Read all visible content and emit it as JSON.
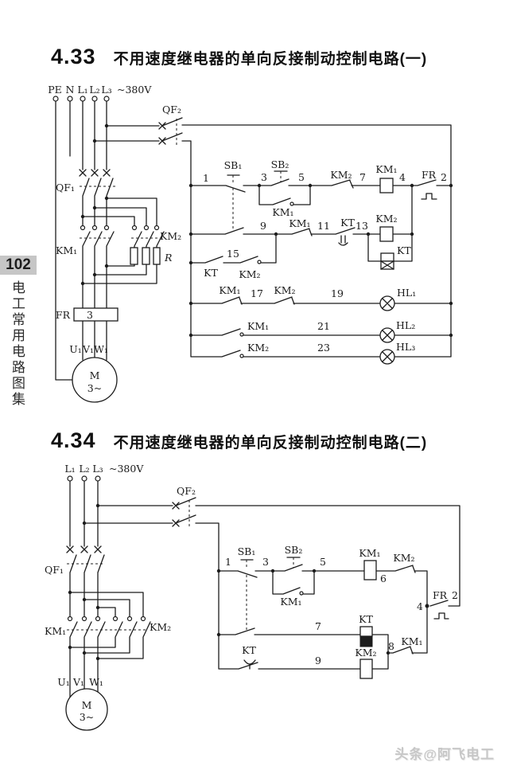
{
  "page": {
    "side_number": "102",
    "side_title": "电工常用电路图集",
    "watermark": "头条@阿飞电工"
  },
  "c1": {
    "no": "4.33",
    "title": "不用速度继电器的单向反接制动控制电路(一)",
    "t": {
      "pe": "PE",
      "n": "N",
      "l1": "L₁",
      "l2": "L₂",
      "l3": "L₃",
      "v": "~380V"
    },
    "dev": {
      "qf2": "QF₂",
      "qf1": "QF₁",
      "km1": "KM₁",
      "km2": "KM₂",
      "r": "R",
      "fr": "FR",
      "fr3": "3",
      "u1": "U₁",
      "v1": "V₁",
      "w1": "W₁",
      "m": "M",
      "m3": "3~"
    },
    "ctl": {
      "n1": "1",
      "sb1": "SB₁",
      "n3": "3",
      "sb2": "SB₂",
      "n5": "5",
      "km2nc": "KM₂",
      "n7": "7",
      "km1coil": "KM₁",
      "n4": "4",
      "fr": "FR",
      "n2": "2",
      "km1hold": "KM₁",
      "n9": "9",
      "km1nc": "KM₁",
      "n11": "11",
      "kt1": "KT",
      "n13": "13",
      "km2coil": "KM₂",
      "ktcoil": "KT",
      "kt2": "KT",
      "n15": "15",
      "km2no": "KM₂",
      "km1l4": "KM₁",
      "n17": "17",
      "km2l4": "KM₂",
      "n19": "19",
      "hl1": "HL₁",
      "km1l5": "KM₁",
      "n21": "21",
      "hl2": "HL₂",
      "km2l6": "KM₂",
      "n23": "23",
      "hl3": "HL₃"
    }
  },
  "c2": {
    "no": "4.34",
    "title": "不用速度继电器的单向反接制动控制电路(二)",
    "t": {
      "l1": "L₁",
      "l2": "L₂",
      "l3": "L₃",
      "v": "~380V"
    },
    "dev": {
      "qf2": "QF₂",
      "qf1": "QF₁",
      "km1": "KM₁",
      "km2": "KM₂",
      "u1": "U₁",
      "v1": "V₁",
      "w1": "W₁",
      "m": "M",
      "m3": "3~"
    },
    "ctl": {
      "n1": "1",
      "sb1": "SB₁",
      "n3": "3",
      "sb2": "SB₂",
      "n5": "5",
      "km1coil": "KM₁",
      "n6": "6",
      "km2nc": "KM₂",
      "n4": "4",
      "fr": "FR",
      "n2": "2",
      "km1hold": "KM₁",
      "n7": "7",
      "ktcoil": "KT",
      "n8": "8",
      "km1nc": "KM₁",
      "ktno": "KT",
      "n9": "9",
      "km2coil": "KM₂"
    }
  }
}
